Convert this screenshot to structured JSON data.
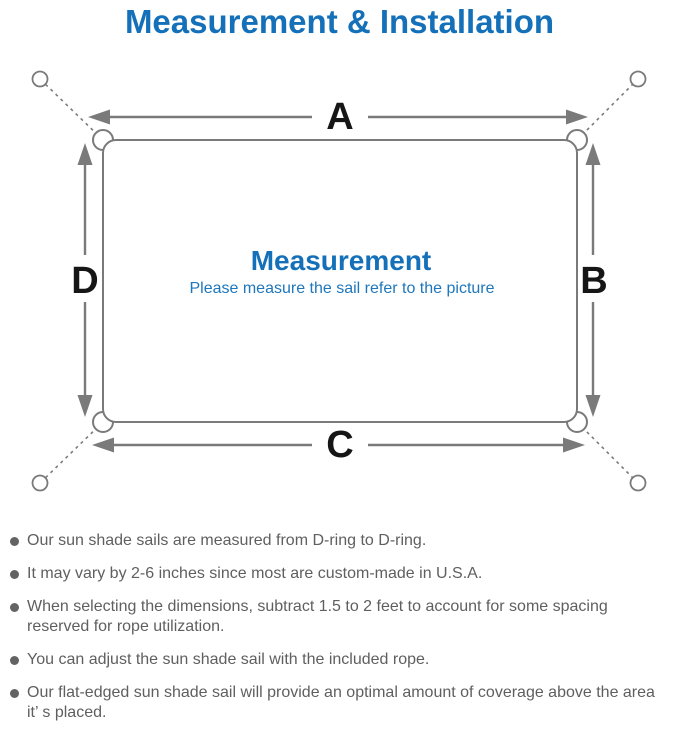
{
  "title": "Measurement & Installation",
  "colors": {
    "accent_blue": "#1470b8",
    "diagram_line_gray": "#7a7a7a",
    "side_label_black": "#161616",
    "body_text_gray": "#5f5f5f"
  },
  "diagram": {
    "heading": "Measurement",
    "subheading": "Please measure the sail refer to the picture",
    "side_labels": {
      "top": "A",
      "right": "B",
      "bottom": "C",
      "left": "D"
    }
  },
  "notes": {
    "items": [
      "Our sun shade sails are measured from D-ring to D-ring.",
      "It may vary by 2-6 inches since most are custom-made in U.S.A.",
      "When selecting the dimensions, subtract 1.5 to 2 feet to account for some spacing reserved for rope utilization.",
      "You can adjust the sun shade sail with the included rope.",
      "Our flat-edged sun shade sail will provide an optimal amount of coverage above the area it’ s placed."
    ]
  }
}
